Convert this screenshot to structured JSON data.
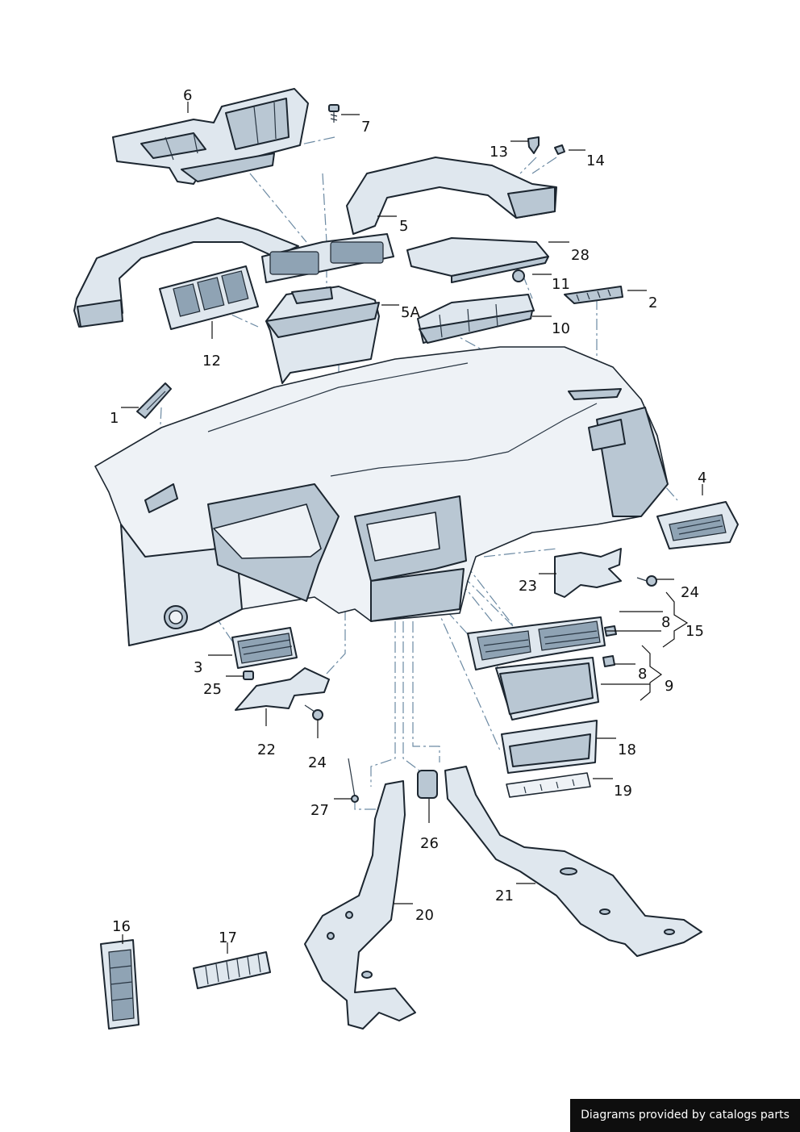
{
  "labels": {
    "p1": "1",
    "p2": "2",
    "p3": "3",
    "p4": "4",
    "p5": "5",
    "p5a": "5A",
    "p6": "6",
    "p7": "7",
    "p8a": "8",
    "p8b": "8",
    "p9": "9",
    "p10": "10",
    "p11": "11",
    "p12": "12",
    "p13": "13",
    "p14": "14",
    "p15": "15",
    "p16": "16",
    "p17": "17",
    "p18": "18",
    "p19": "19",
    "p20": "20",
    "p21": "21",
    "p22": "22",
    "p23": "23",
    "p24a": "24",
    "p24b": "24",
    "p25": "25",
    "p26": "26",
    "p27": "27",
    "p28": "28"
  },
  "footer": {
    "text": "Diagrams provided by catalogs parts"
  }
}
